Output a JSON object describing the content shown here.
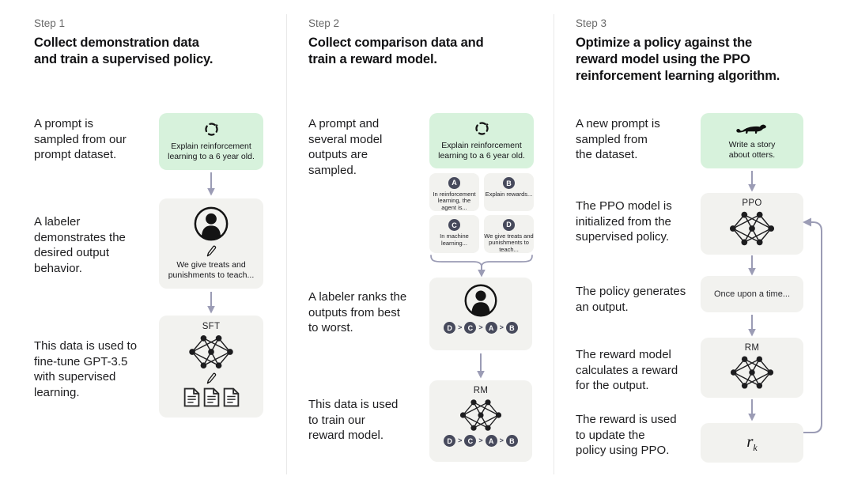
{
  "colors": {
    "background": "#ffffff",
    "prompt_box_green": "#d7f2dc",
    "process_box_gray": "#f2f2ef",
    "badge_dark": "#474a5c",
    "arrow_lavender": "#9b9cb5",
    "divider_gray": "#e8e8e8",
    "step_label_gray": "#6a6a6a",
    "text_dark": "#1b1b1d"
  },
  "icons": {
    "sampling": "sampling-icon",
    "otter": "otter-icon",
    "labeler": "person-icon",
    "annotation": "pencil-icon",
    "model": "neural-network-icon",
    "documents": "document-icon",
    "flow": "arrow-down-icon",
    "merge": "curly-brace-icon",
    "feedback": "feedback-loop-arrow-icon"
  },
  "columns": [
    {
      "step": "Step 1",
      "title": "Collect demonstration data\nand train a supervised policy.",
      "captions": [
        "A prompt is\nsampled from our\nprompt dataset.",
        "A labeler\ndemonstrates the\ndesired output\nbehavior.",
        "This data is used to\nfine-tune GPT-3.5\nwith supervised\nlearning."
      ],
      "prompt_box": {
        "text": "Explain reinforcement\nlearning to a 6 year old."
      },
      "labeler_box": {
        "text": "We give treats and\npunishments to teach..."
      },
      "model_box": {
        "label": "SFT"
      }
    },
    {
      "step": "Step 2",
      "title": "Collect comparison data and\ntrain a reward model.",
      "captions": [
        "A prompt and\nseveral model\noutputs are\nsampled.",
        "A labeler ranks the\noutputs from best\nto worst.",
        "This data is used\nto train our\nreward model."
      ],
      "prompt_box": {
        "text": "Explain reinforcement\nlearning to a 6 year old."
      },
      "outputs": [
        {
          "id": "A",
          "text": "In reinforcement\nlearning, the\nagent is..."
        },
        {
          "id": "B",
          "text": "Explain rewards..."
        },
        {
          "id": "C",
          "text": "In machine\nlearning..."
        },
        {
          "id": "D",
          "text": "We give treats and\npunishments to\nteach..."
        }
      ],
      "ranking": {
        "items": [
          "D",
          "C",
          "A",
          "B"
        ],
        "separator": ">"
      },
      "model_box": {
        "label": "RM"
      }
    },
    {
      "step": "Step 3",
      "title": "Optimize a policy against the\nreward model using the PPO\nreinforcement learning algorithm.",
      "captions": [
        "A new prompt is\nsampled from\nthe dataset.",
        "The PPO model is\ninitialized from the\nsupervised policy.",
        "The policy generates\nan output.",
        "The reward model\ncalculates a reward\nfor the output.",
        "The reward is used\nto update the\npolicy using PPO."
      ],
      "prompt_box": {
        "text": "Write a story\nabout otters."
      },
      "ppo_box": {
        "label": "PPO"
      },
      "output_box": {
        "text": "Once upon a time..."
      },
      "rm_box": {
        "label": "RM"
      },
      "reward_box": {
        "base": "r",
        "sub": "k"
      }
    }
  ]
}
